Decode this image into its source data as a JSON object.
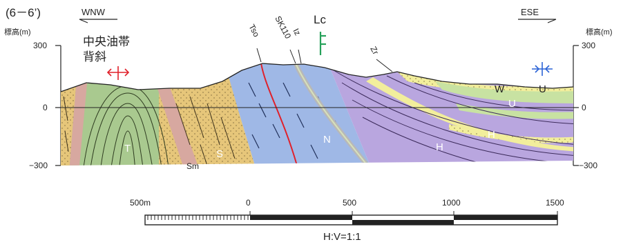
{
  "section_title": "(6－6’)",
  "direction_left": "WNW",
  "direction_right": "ESE",
  "axis_label_left": "標高(m)",
  "axis_label_right": "標高(m)",
  "elevation_ticks": [
    "300",
    "0",
    "−300"
  ],
  "anticline_label": "中央油帯\n背斜",
  "fault_labels": {
    "tso": "Tso",
    "sk110": "SK110",
    "iz": "Iz",
    "zr": "Zr"
  },
  "lc_label": "Lc",
  "unit_labels": {
    "T": "T",
    "Sm": "Sm",
    "S": "S",
    "N": "N",
    "H1": "H",
    "H2": "H",
    "U1": "U",
    "U2": "U",
    "W": "W"
  },
  "scale_bar": {
    "ticks": [
      "500m",
      "0",
      "500",
      "1000",
      "1500"
    ],
    "ratio": "H:V=1:1"
  },
  "colors": {
    "T": "#a9c98f",
    "Sm": "#d7a8a0",
    "S": "#e6c67a",
    "N": "#9fb8e6",
    "H": "#b9a6df",
    "W": "#f2ee9c",
    "U": "#c8e2a2",
    "red_symbol": "#e0202a",
    "blue_symbol": "#2a62d6",
    "green_symbol": "#26a15a"
  }
}
